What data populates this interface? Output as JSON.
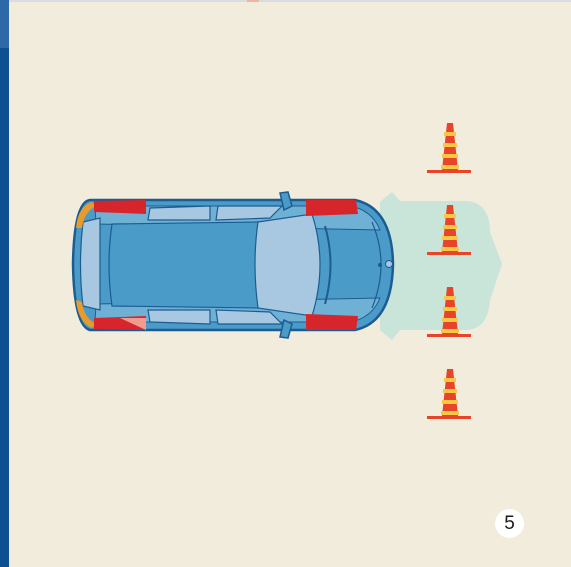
{
  "step": {
    "number": "5"
  },
  "colors": {
    "background": "#f1ecdb",
    "side_band": "#0e4f91",
    "car_body": "#4a9bc8",
    "car_glass": "#a8c8e2",
    "car_outline": "#1c5c92",
    "lights": "#d6262b",
    "light_beam": "#c9e4d8",
    "cone": "#e8442a",
    "cone_stripe": "#f6c843"
  },
  "icons": [
    "car-top-view",
    "traffic-cone",
    "light-beam"
  ],
  "cone_count": 4
}
